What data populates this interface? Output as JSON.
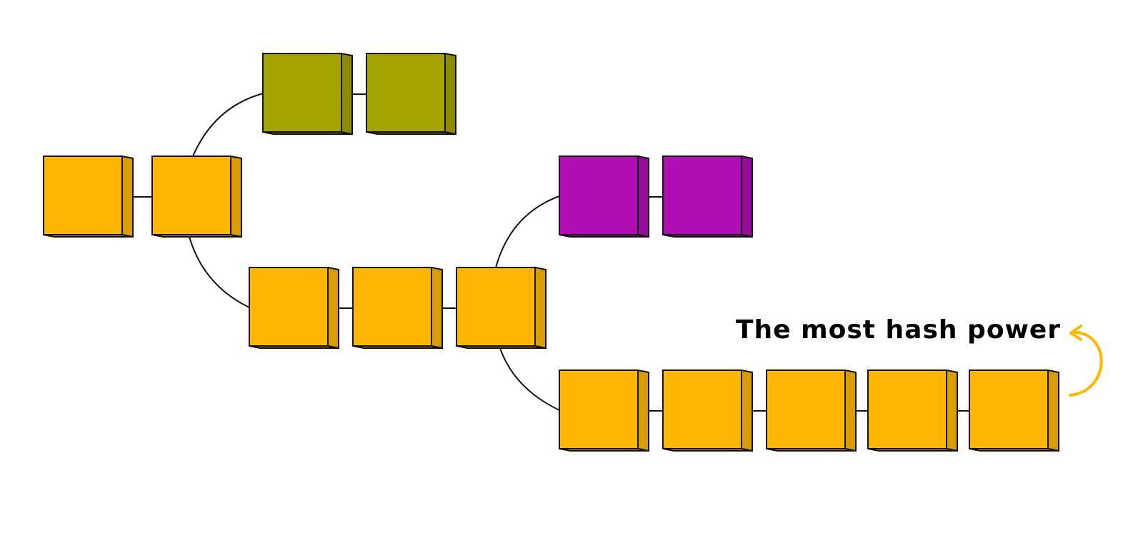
{
  "colors": {
    "main_chain": "#FFB703",
    "fork_olive": "#A6A500",
    "fork_purple": "#B10DB4",
    "outline": "#111111",
    "arrow": "#FFB703"
  },
  "annotation": {
    "text": "The most hash power",
    "icon": "curved-arrow-icon"
  },
  "chains": [
    {
      "name": "genesis-chain",
      "color_key": "main_chain",
      "block_count": 2
    },
    {
      "name": "olive-fork",
      "color_key": "fork_olive",
      "block_count": 2
    },
    {
      "name": "middle-chain",
      "color_key": "main_chain",
      "block_count": 3
    },
    {
      "name": "purple-fork",
      "color_key": "fork_purple",
      "block_count": 2
    },
    {
      "name": "longest-chain",
      "color_key": "main_chain",
      "block_count": 5
    }
  ]
}
